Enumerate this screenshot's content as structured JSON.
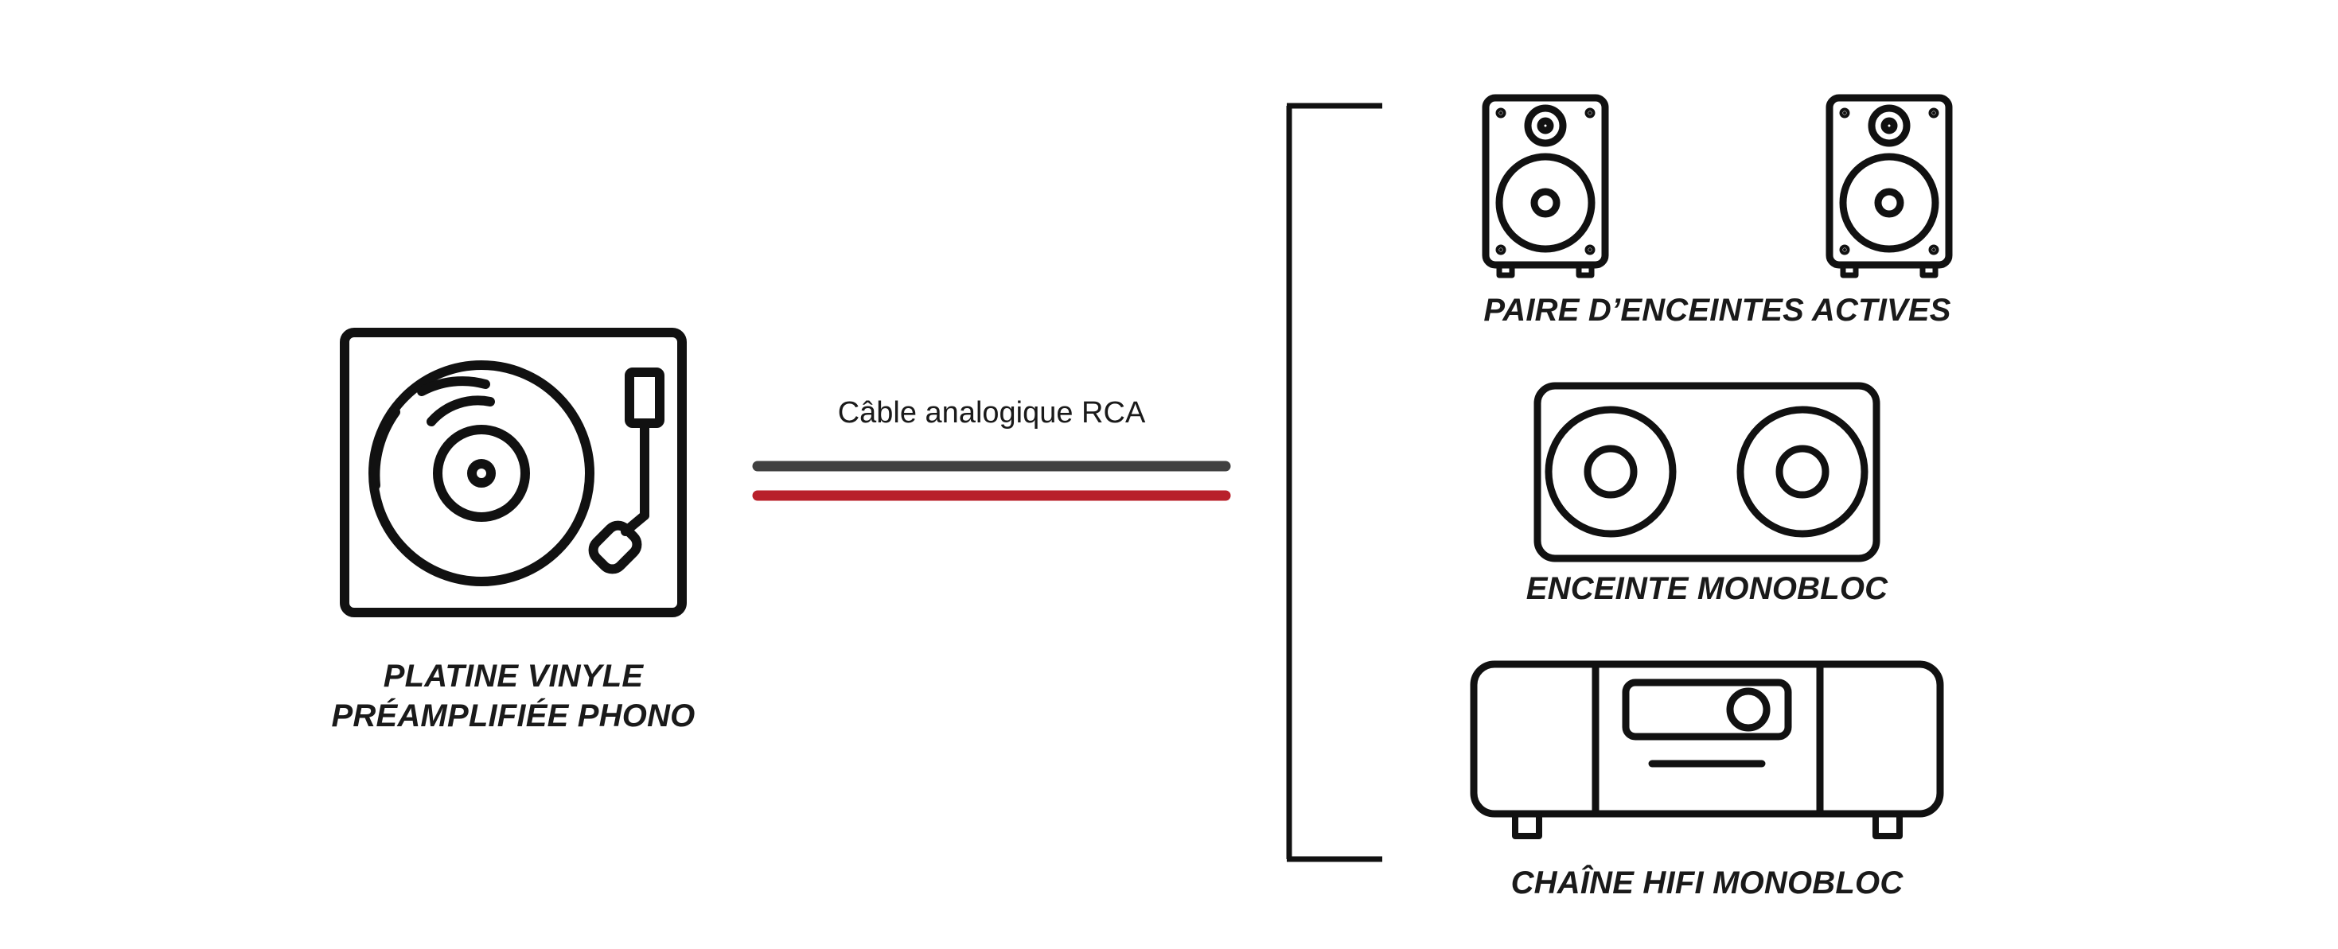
{
  "source": {
    "icon": "turntable-icon",
    "label_line1": "PLATINE VINYLE",
    "label_line2": "PRÉAMPLIFIÉE PHONO"
  },
  "cable": {
    "label": "Câble analogique RCA",
    "colors": {
      "wire_1": "#404040",
      "wire_2": "#b8202a"
    }
  },
  "targets": [
    {
      "icon": "bookshelf-speaker-pair-icon",
      "label": "PAIRE D’ENCEINTES ACTIVES"
    },
    {
      "icon": "monobloc-speaker-icon",
      "label": "ENCEINTE MONOBLOC"
    },
    {
      "icon": "hifi-system-icon",
      "label": "CHAÎNE HIFI MONOBLOC"
    }
  ],
  "colors": {
    "stroke": "#111111",
    "background": "#ffffff"
  }
}
